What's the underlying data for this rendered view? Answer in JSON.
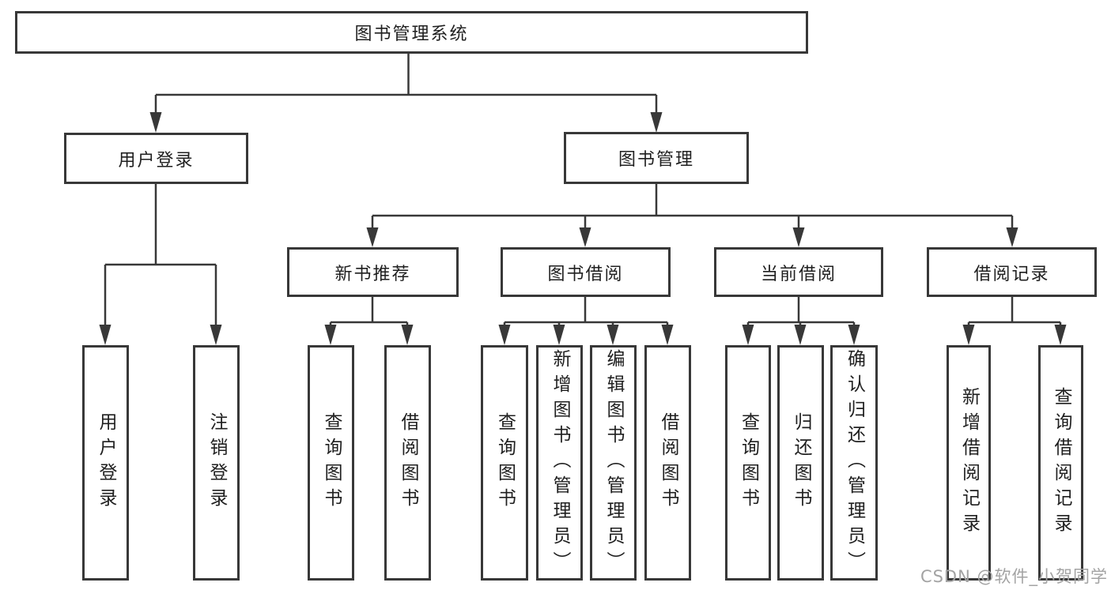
{
  "colors": {
    "line": "#383838",
    "text": "#1f1f1f",
    "watermark": "#a3a3a3",
    "background": "#ffffff"
  },
  "tree": {
    "root": {
      "label": "图书管理系统"
    },
    "branches": [
      {
        "label": "用户登录",
        "leaves": [
          {
            "label": "用户登录"
          },
          {
            "label": "注销登录"
          }
        ]
      },
      {
        "label": "图书管理",
        "groups": [
          {
            "label": "新书推荐",
            "leaves": [
              {
                "label": "查询图书"
              },
              {
                "label": "借阅图书"
              }
            ]
          },
          {
            "label": "图书借阅",
            "leaves": [
              {
                "label": "查询图书"
              },
              {
                "label": "新增图书（管理员）"
              },
              {
                "label": "编辑图书（管理员）"
              },
              {
                "label": "借阅图书"
              }
            ]
          },
          {
            "label": "当前借阅",
            "leaves": [
              {
                "label": "查询图书"
              },
              {
                "label": "归还图书"
              },
              {
                "label": "确认归还（管理员）"
              }
            ]
          },
          {
            "label": "借阅记录",
            "leaves": [
              {
                "label": "新增借阅记录"
              },
              {
                "label": "查询借阅记录"
              }
            ]
          }
        ]
      }
    ]
  },
  "watermark": {
    "text": "CSDN @软件_小贺同学"
  }
}
